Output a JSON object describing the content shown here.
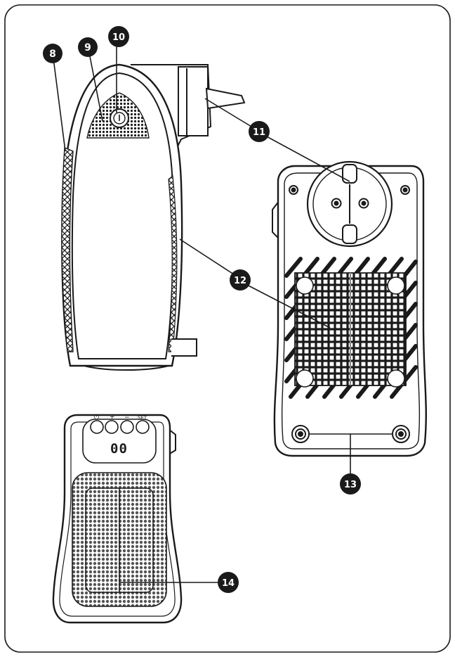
{
  "colors": {
    "ink": "#1a1a1a",
    "paper": "#ffffff",
    "mesh_fill": "#7a7a7a"
  },
  "callouts": [
    {
      "id": "8",
      "label": "8"
    },
    {
      "id": "9",
      "label": "9"
    },
    {
      "id": "10",
      "label": "10"
    },
    {
      "id": "11",
      "label": "11"
    },
    {
      "id": "12",
      "label": "12"
    },
    {
      "id": "13",
      "label": "13"
    },
    {
      "id": "14",
      "label": "14"
    }
  ],
  "front_panel": {
    "buttons": [
      {
        "name": "power-button",
        "label": "⏻"
      },
      {
        "name": "plus-button",
        "label": "+"
      },
      {
        "name": "minus-button",
        "label": "−"
      },
      {
        "name": "set-button",
        "label": "SET"
      }
    ],
    "display": "00"
  }
}
